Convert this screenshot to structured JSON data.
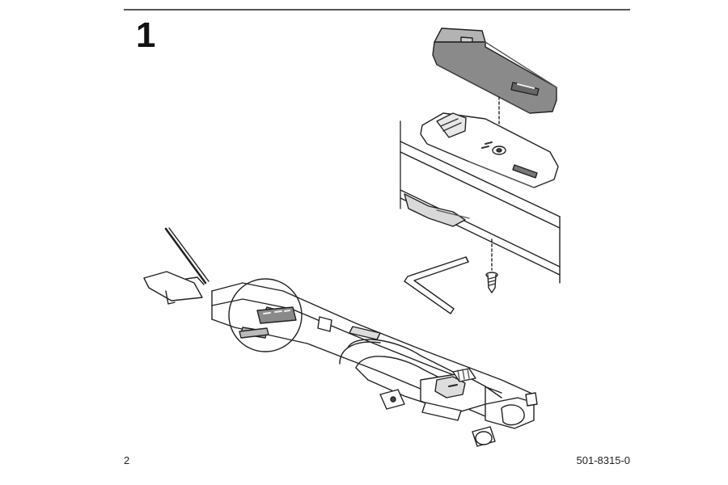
{
  "step": {
    "number": "1"
  },
  "footer": {
    "page_number": "2",
    "document_code": "501-8315-0"
  },
  "colors": {
    "line": "#222222",
    "cap_fill": "#8a8a8a",
    "cap_top": "#b3b3b3",
    "bracket_shade": "#d9d9d9"
  },
  "icons": [
    "top-cap-icon",
    "mounting-bracket-icon",
    "crossbar-icon",
    "hex-key-icon",
    "screw-icon",
    "bike-carrier-icon",
    "detail-magnifier-icon"
  ]
}
